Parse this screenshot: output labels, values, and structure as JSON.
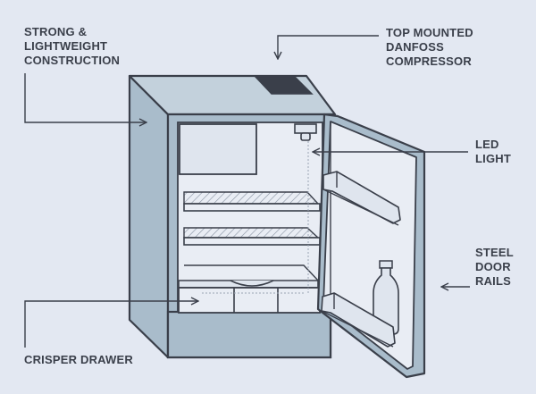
{
  "labels": {
    "construction": [
      "STRONG &",
      "LIGHTWEIGHT",
      "CONSTRUCTION"
    ],
    "compressor": [
      "TOP MOUNTED",
      "DANFOSS",
      "COMPRESSOR"
    ],
    "led": [
      "LED",
      "LIGHT"
    ],
    "rails": [
      "STEEL",
      "DOOR",
      "RAILS"
    ],
    "crisper": [
      "CRISPER DRAWER"
    ]
  },
  "colors": {
    "background": "#e3e8f2",
    "outline": "#3a3f4a",
    "body_fill": "#a9bccb",
    "interior": "#e9edf4",
    "panel": "#dfe5ee",
    "compressor": "#3a3f4a"
  }
}
